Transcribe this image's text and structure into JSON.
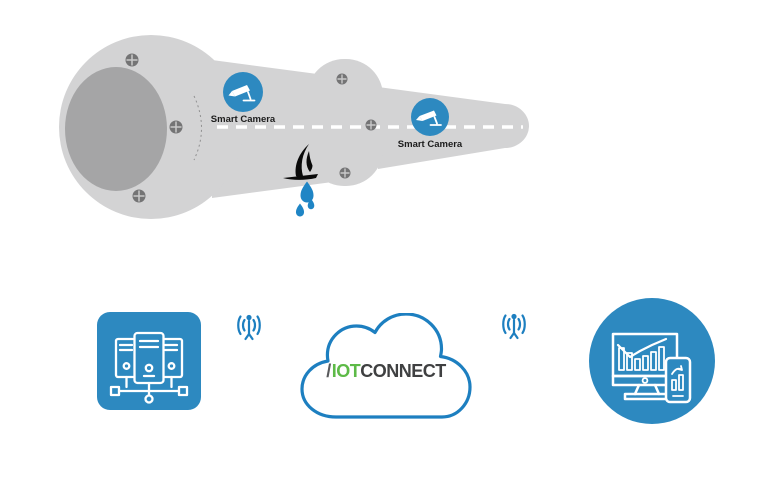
{
  "cameras": [
    {
      "label": "Smart Camera"
    },
    {
      "label": "Smart Camera"
    }
  ],
  "cloud_logo": {
    "slash": "/",
    "iot": "IOT",
    "connect": "CONNECT"
  },
  "icons": {
    "camera_badge": "cctv-camera-icon",
    "server": "server-rack-icon",
    "wireless_left": "broadcast-signal-icon",
    "wireless_right": "broadcast-signal-icon",
    "cloud": "cloud-icon",
    "dashboard": "monitor-chart-icon",
    "leak": "leak-crack-icon",
    "drops": "water-drops-icon",
    "bolt": "bolt-screw-icon"
  },
  "colors": {
    "primary_blue": "#2d89c0",
    "cloud_stroke": "#1d7fc0",
    "drop_blue": "#1f85c5",
    "logo_green": "#5dba47",
    "logo_dark": "#3f4041",
    "logo_slash_gray": "#595a5c",
    "pipe_light_gray": "#d3d3d4",
    "pipe_face_gray": "#a5a5a6",
    "bolt_gray": "#747475",
    "leak_black": "#0a0a0a",
    "background": "#ffffff"
  }
}
